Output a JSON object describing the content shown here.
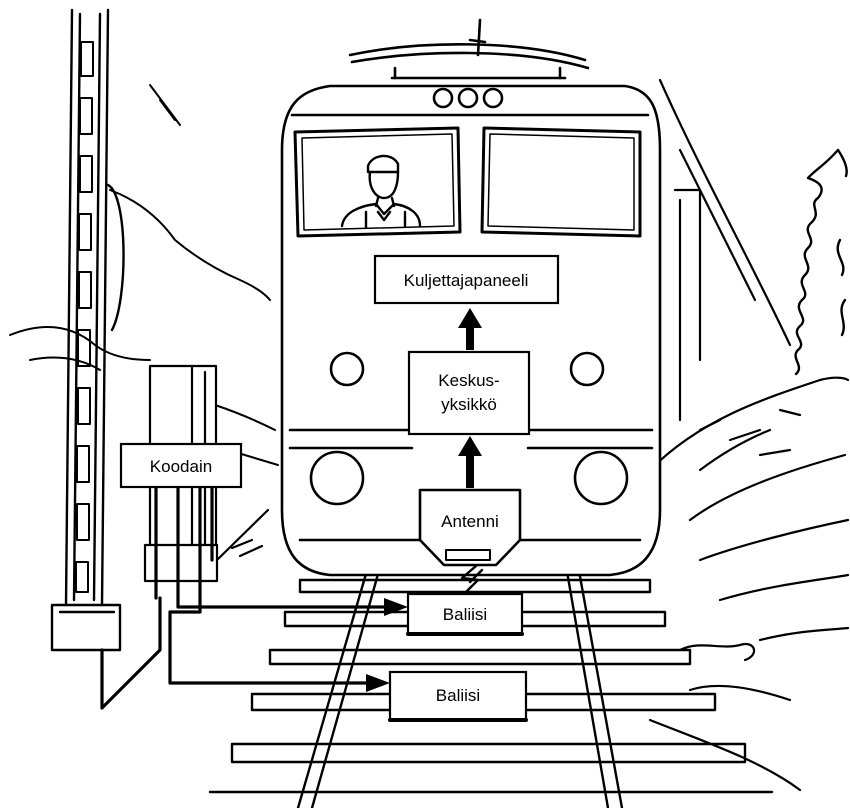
{
  "labels": {
    "driver_panel": "Kuljettajapaneeli",
    "central_unit_line1": "Keskus-",
    "central_unit_line2": "yksikkö",
    "antenna": "Antenni",
    "encoder": "Koodain",
    "balise_1": "Baliisi",
    "balise_2": "Baliisi"
  },
  "colors": {
    "ink": "#000000",
    "paper": "#ffffff"
  }
}
